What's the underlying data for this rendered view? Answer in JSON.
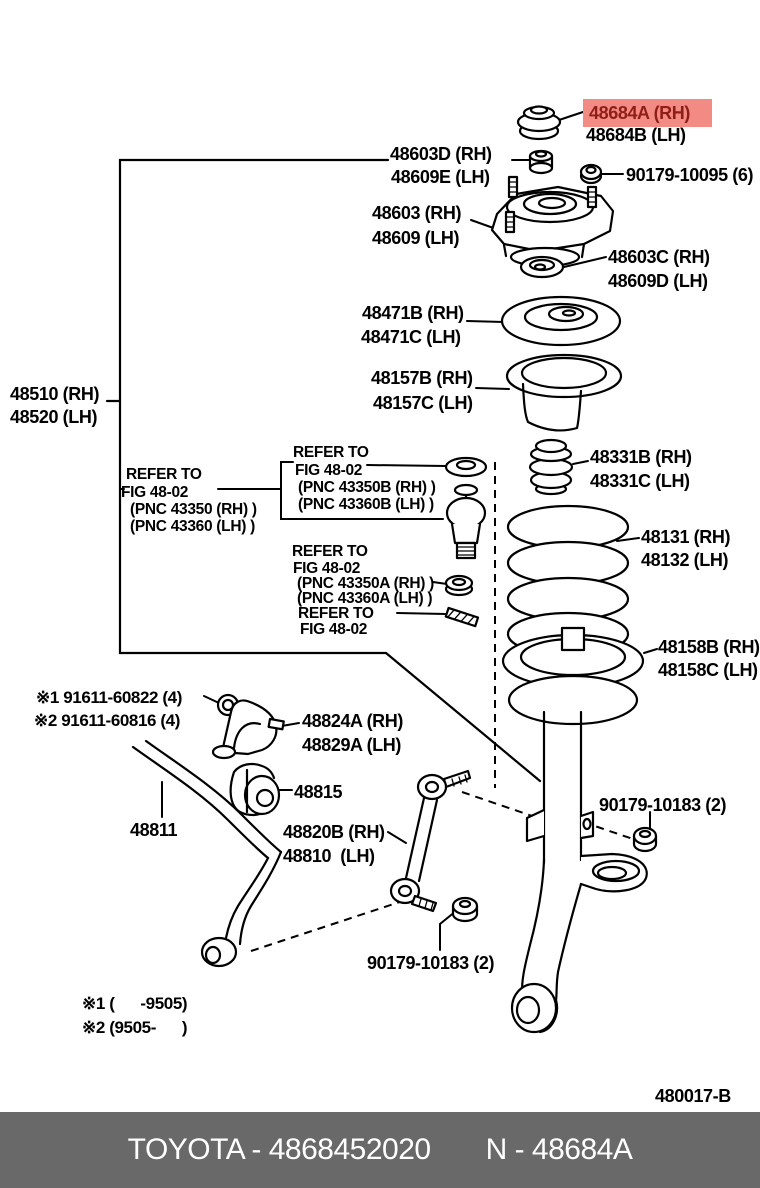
{
  "colors": {
    "highlight_bg": "#f28b84",
    "highlight_text": "#8f1e16",
    "footer_bg": "#696969",
    "footer_text": "#ffffff",
    "line_color": "#000000"
  },
  "labels": {
    "l48684a": "48684A (RH)",
    "l48684b": "48684B (LH)",
    "l48603d": "48603D (RH)",
    "l48609e": "48609E (LH)",
    "l90179_10095": "90179-10095 (6)",
    "l48603": "48603 (RH)",
    "l48609": "48609 (LH)",
    "l48603c": "48603C (RH)",
    "l48609d": "48609D (LH)",
    "l48471b": "48471B (RH)",
    "l48471c": "48471C (LH)",
    "l48157b": "48157B (RH)",
    "l48157c": "48157C (LH)",
    "l48510": "48510 (RH)",
    "l48520": "48520 (LH)",
    "l48331b": "48331B (RH)",
    "l48331c": "48331C (LH)",
    "l48131": "48131 (RH)",
    "l48132": "48132 (LH)",
    "l48158b": "48158B (RH)",
    "l48158c": "48158C (LH)",
    "bolt1": "※1 91611-60822 (4)",
    "bolt2": "※2 91611-60816 (4)",
    "l48824a": "48824A (RH)",
    "l48829a": "48829A (LH)",
    "l48815": "48815",
    "l48811": "48811",
    "l48820b": "48820B (RH)",
    "l48810": "48810  (LH)",
    "l90179_10183a": "90179-10183 (2)",
    "l90179_10183b": "90179-10183 (2)",
    "note1": "※1 (      -9505)",
    "note2": "※2 (9505-      )",
    "drawing_no": "480017-B"
  },
  "refer": {
    "r1_line1": "REFER TO",
    "r1_line2": "FIG 48-02",
    "r1_line3": "(PNC 43350 (RH) )",
    "r1_line4": "(PNC 43360 (LH) )",
    "r2_line1": "REFER TO",
    "r2_line2": "FIG 48-02",
    "r2_line3": "(PNC 43350B (RH) )",
    "r2_line4": "(PNC 43360B (LH) )",
    "r3_line1": "REFER TO",
    "r3_line2": "FIG 48-02",
    "r3_line3": "(PNC 43350A (RH) )",
    "r3_line4": "(PNC 43360A (LH) )",
    "r4_line1": "REFER TO",
    "r4_line2": "FIG 48-02"
  },
  "footer": {
    "left": "TOYOTA - 4868452020",
    "right": "N - 48684A"
  }
}
